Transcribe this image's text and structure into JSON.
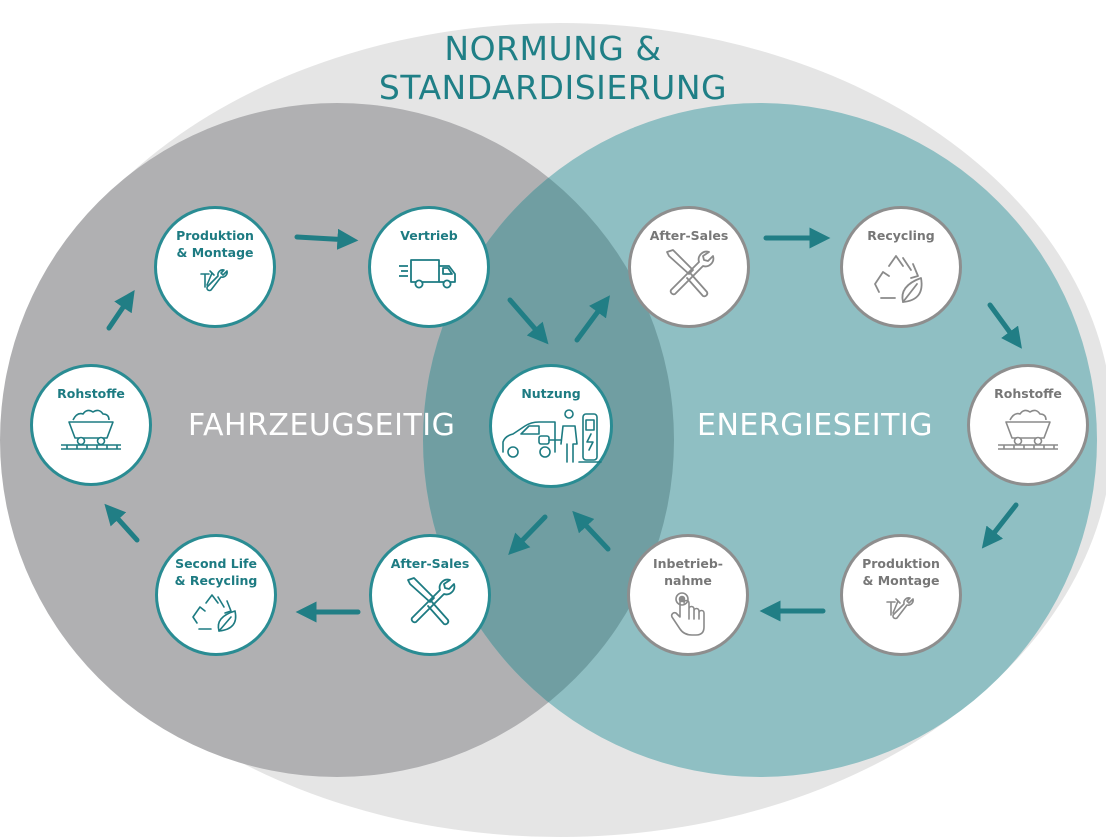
{
  "title_lines": [
    "NORMUNG &",
    "STANDARDISIERUNG"
  ],
  "left_label": "FAHRZEUGSEITIG",
  "right_label": "ENERGIESEITIG",
  "colors": {
    "outer": "#e5e5e5",
    "left_circle": "#b0b0b2",
    "right_circle": "#8fbfc3",
    "overlap": "#709ea2",
    "accent": "#1f7f86",
    "arrow": "#217e85"
  },
  "nodes": {
    "left_produktion": {
      "label": "Produktion\n& Montage",
      "icon": "tools-icon"
    },
    "left_vertrieb": {
      "label": "Vertrieb",
      "icon": "truck-icon"
    },
    "left_rohstoffe": {
      "label": "Rohstoffe",
      "icon": "mine-cart-icon"
    },
    "left_second_life": {
      "label": "Second Life\n& Recycling",
      "icon": "recycle-leaf-icon"
    },
    "left_after_sales": {
      "label": "After-Sales",
      "icon": "wrench-screwdriver-icon"
    },
    "center_nutzung": {
      "label": "Nutzung",
      "icon": "ev-charging-icon"
    },
    "right_after_sales": {
      "label": "After-Sales",
      "icon": "wrench-screwdriver-icon"
    },
    "right_recycling": {
      "label": "Recycling",
      "icon": "recycle-leaf-icon"
    },
    "right_rohstoffe": {
      "label": "Rohstoffe",
      "icon": "mine-cart-icon"
    },
    "right_produktion": {
      "label": "Produktion\n& Montage",
      "icon": "tools-icon"
    },
    "right_inbetriebnahme": {
      "label": "Inbetrieb-\nnahme",
      "icon": "touch-hand-icon"
    }
  }
}
